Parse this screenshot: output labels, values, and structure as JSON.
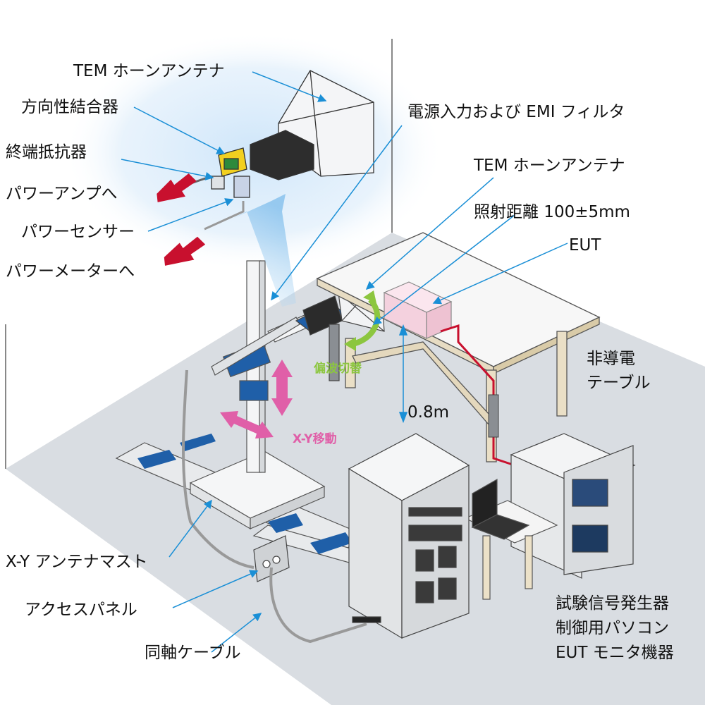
{
  "labels": {
    "tem_horn_top": "TEM ホーンアンテナ",
    "directional_coupler": "方向性結合器",
    "terminator": "終端抵抗器",
    "to_power_amp": "パワーアンプへ",
    "power_sensor": "パワーセンサー",
    "to_power_meter": "パワーメーターへ",
    "power_input_emi_filter": "電源入力および EMI フィルタ",
    "tem_horn_mid": "TEM ホーンアンテナ",
    "irradiation_distance": "照射距離 100±5mm",
    "eut": "EUT",
    "non_conductive_table_line1": "非導電",
    "non_conductive_table_line2": "テーブル",
    "height": "0.8m",
    "xy_mast": "X-Y アンテナマスト",
    "access_panel": "アクセスパネル",
    "coax_cable": "同軸ケーブル",
    "equipment_line1": "試験信号発生器",
    "equipment_line2": "制御用パソコン",
    "equipment_line3": "EUT モニタ機器",
    "polarization_switch": "偏波切替",
    "xy_move": "X-Y移動"
  },
  "colors": {
    "leader_line": "#1a8fd6",
    "arrow_red": "#c8102e",
    "move_arrow_pink": "#e05fa8",
    "polarization_green": "#8cc63f",
    "mast_blue": "#1f5fa8",
    "eut_pink": "#f9dce6",
    "glow_blue": "#cfe6fa"
  }
}
